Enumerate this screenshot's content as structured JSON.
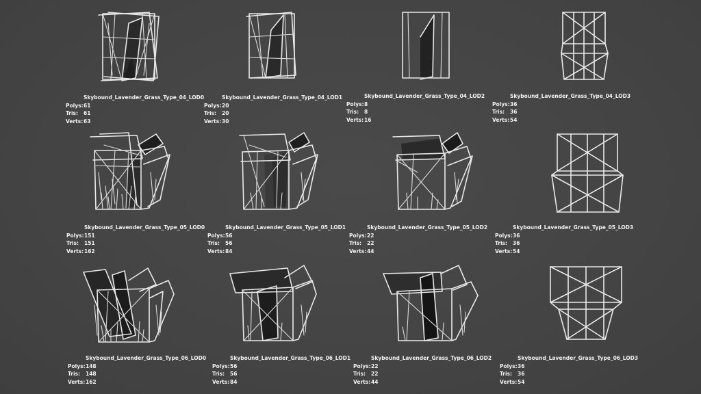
{
  "viewport": {
    "background": "#454545",
    "text_color": "#f2f2f2",
    "wire_color": "#e9e9e9"
  },
  "labels": {
    "polys": "Polys:",
    "tris": "Tris:",
    "verts": "Verts:"
  },
  "models": [
    {
      "name": "Skybound_Lavender_Grass_Type_04_LOD0",
      "polys": "61",
      "tris": "61",
      "verts": "63"
    },
    {
      "name": "Skybound_Lavender_Grass_Type_04_LOD1",
      "polys": "20",
      "tris": "20",
      "verts": "30"
    },
    {
      "name": "Skybound_Lavender_Grass_Type_04_LOD2",
      "polys": "8",
      "tris": "8",
      "verts": "16"
    },
    {
      "name": "Skybound_Lavender_Grass_Type_04_LOD3",
      "polys": "36",
      "tris": "36",
      "verts": "54"
    },
    {
      "name": "Skybound_Lavender_Grass_Type_05_LOD0",
      "polys": "151",
      "tris": "151",
      "verts": "162"
    },
    {
      "name": "Skybound_Lavender_Grass_Type_05_LOD1",
      "polys": "56",
      "tris": "56",
      "verts": "84"
    },
    {
      "name": "Skybound_Lavender_Grass_Type_05_LOD2",
      "polys": "22",
      "tris": "22",
      "verts": "44"
    },
    {
      "name": "Skybound_Lavender_Grass_Type_05_LOD3",
      "polys": "36",
      "tris": "36",
      "verts": "54"
    },
    {
      "name": "Skybound_Lavender_Grass_Type_06_LOD0",
      "polys": "148",
      "tris": "148",
      "verts": "162"
    },
    {
      "name": "Skybound_Lavender_Grass_Type_06_LOD1",
      "polys": "56",
      "tris": "56",
      "verts": "84"
    },
    {
      "name": "Skybound_Lavender_Grass_Type_06_LOD2",
      "polys": "22",
      "tris": "22",
      "verts": "44"
    },
    {
      "name": "Skybound_Lavender_Grass_Type_06_LOD3",
      "polys": "36",
      "tris": "36",
      "verts": "54"
    }
  ]
}
